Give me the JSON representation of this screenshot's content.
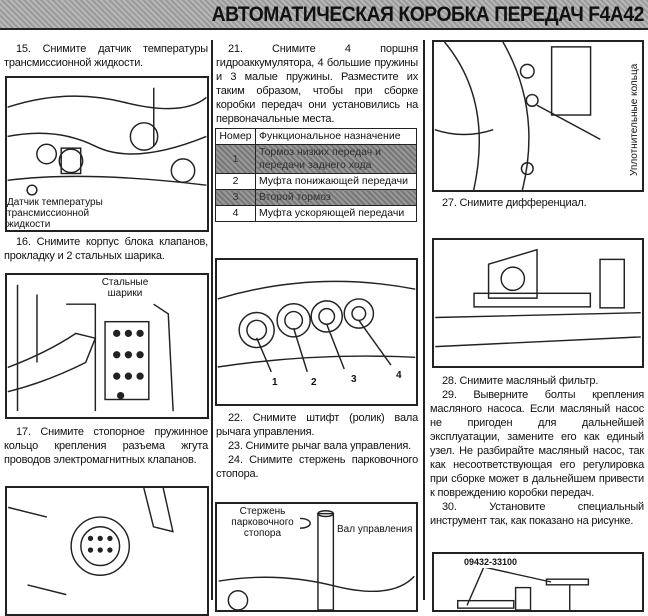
{
  "header": {
    "title": "АВТОМАТИЧЕСКАЯ КОРОБКА ПЕРЕДАЧ F4A42"
  },
  "left": {
    "step15": "15. Снимите датчик температуры трансмиссионной жидкости.",
    "fig1_label": "Датчик температуры трансмиссионной жидкости",
    "step16": "16. Снимите корпус блока клапанов, прокладку и 2 стальных шарика.",
    "fig2_label": "Стальные шарики",
    "step17": "17. Снимите стопорное пружинное кольцо крепления разъема жгута проводов электромагнитных клапанов."
  },
  "middle": {
    "step21": "21. Снимите 4 поршня гидроаккумулятора, 4 большие пружины и 3 малые пружины. Разместите их таким образом, чтобы при сборке коробки передач они установились на первоначальные места.",
    "table": {
      "headers": [
        "Номер",
        "Функциональное назначение"
      ],
      "rows": [
        {
          "num": "1",
          "desc": "Тормоз низких передач и передачи заднего хода",
          "shaded": true
        },
        {
          "num": "2",
          "desc": "Муфта понижающей передачи",
          "shaded": false
        },
        {
          "num": "3",
          "desc": "Второй тормоз",
          "shaded": true
        },
        {
          "num": "4",
          "desc": "Муфта ускоряющей передачи",
          "shaded": false
        }
      ]
    },
    "fig_numbers": [
      "1",
      "2",
      "3",
      "4"
    ],
    "step22": "22. Снимите штифт (ролик) вала рычага управления.",
    "step23": "23. Снимите рычаг вала управления.",
    "step24": "24. Снимите стержень парковочного стопора.",
    "fig_label_rod": "Стержень парковочного стопора",
    "fig_label_shaft": "Вал управления"
  },
  "right": {
    "fig_label_rings": "Уплотнительные кольца",
    "step27": "27. Снимите дифференциал.",
    "step28": "28. Снимите масляный фильтр.",
    "step29": "29. Выверните болты крепления масляного насоса. Если масляный насос не пригоден для дальнейшей эксплуатации, замените его как единый узел. Не разбирайте масляный насос, так как несоответствующая его регулировка при сборке может в дальнейшем привести к повреждению коробки передач.",
    "step30": "30. Установите специальный инструмент так, как показано на рисунке.",
    "tool_label": "09432-33100"
  }
}
